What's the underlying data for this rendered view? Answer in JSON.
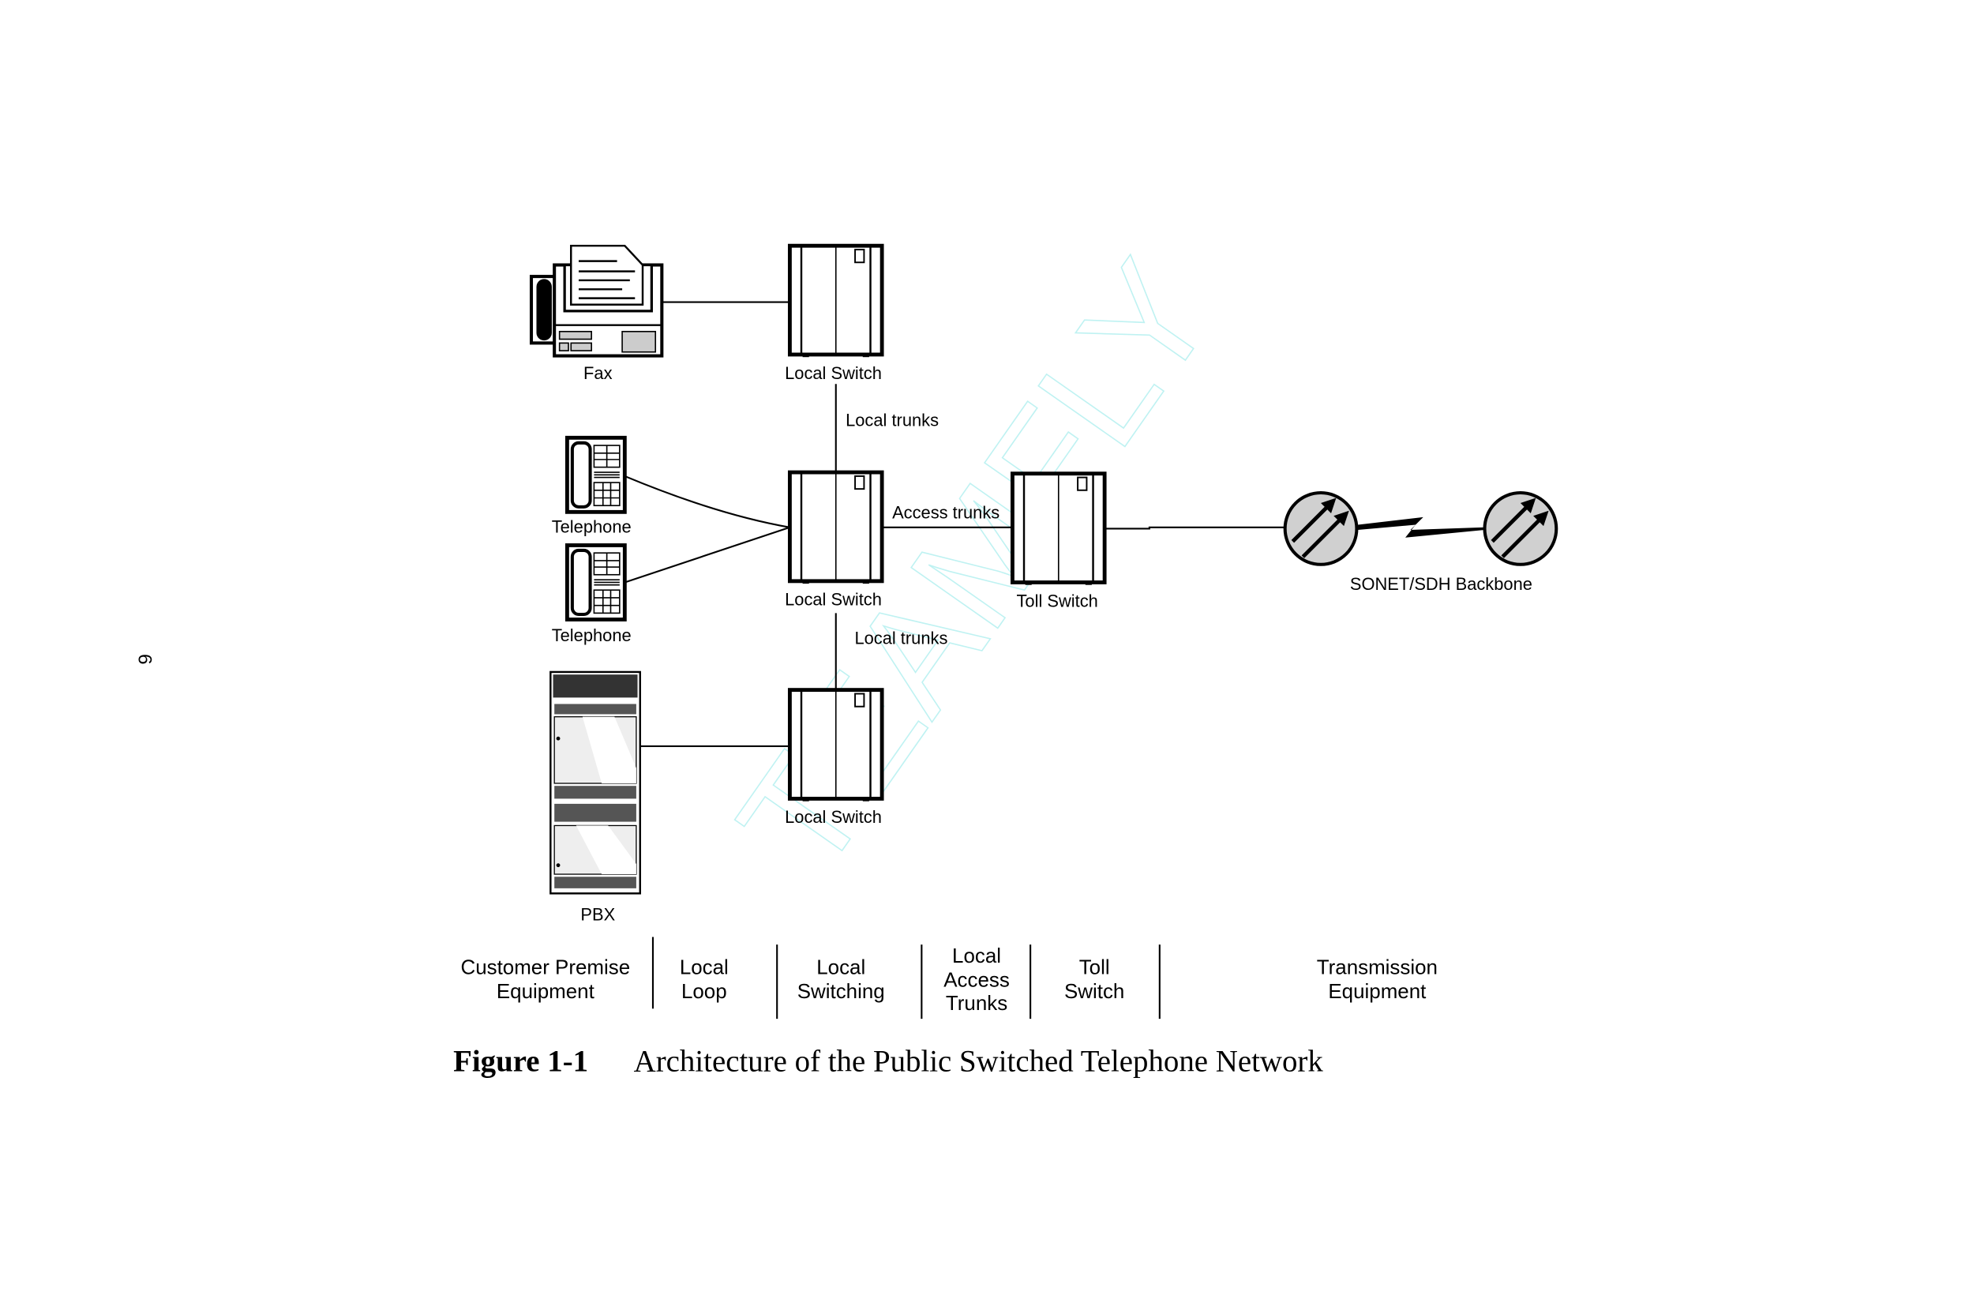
{
  "page_number": "6",
  "watermark": "TEAMFLY",
  "devices": {
    "fax": "Fax",
    "telephone_1": "Telephone",
    "telephone_2": "Telephone",
    "pbx": "PBX",
    "local_switch_1": "Local Switch",
    "local_switch_2": "Local Switch",
    "local_switch_3": "Local Switch",
    "toll_switch": "Toll Switch",
    "backbone": "SONET/SDH Backbone"
  },
  "links": {
    "local_trunks_upper": "Local trunks",
    "local_trunks_lower": "Local trunks",
    "access_trunks": "Access trunks"
  },
  "categories": [
    {
      "line1": "Customer Premise",
      "line2": "Equipment"
    },
    {
      "line1": "Local",
      "line2": "Loop"
    },
    {
      "line1": "Local",
      "line2": "Switching"
    },
    {
      "line1": "Local",
      "line2": "Access",
      "line3": "Trunks"
    },
    {
      "line1": "Toll",
      "line2": "Switch"
    },
    {
      "line1": "Transmission",
      "line2": "Equipment"
    }
  ],
  "caption": {
    "number": "Figure 1-1",
    "title": "Architecture of the Public Switched Telephone Network"
  }
}
